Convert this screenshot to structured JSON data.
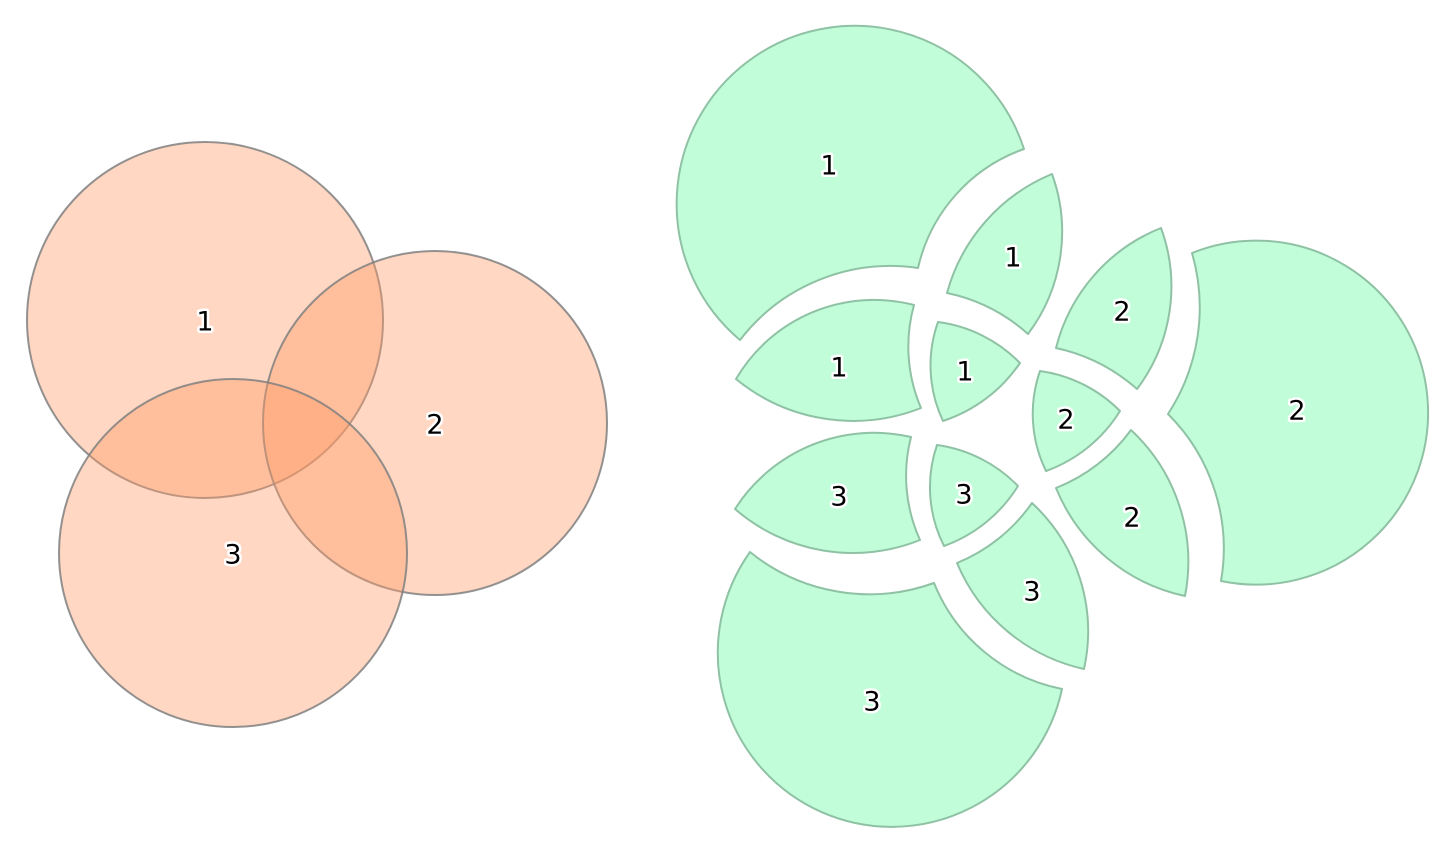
{
  "colors": {
    "circle_fill": "#ff9a66",
    "piece_fill": "#c2fdda",
    "outline": "#808080"
  },
  "overlapping": {
    "circles": [
      {
        "label": "1"
      },
      {
        "label": "2"
      },
      {
        "label": "3"
      }
    ]
  },
  "separated": {
    "pieces": [
      {
        "set": "1",
        "label": "1"
      },
      {
        "set": "1",
        "label": "1"
      },
      {
        "set": "1",
        "label": "1"
      },
      {
        "set": "1",
        "label": "1"
      },
      {
        "set": "2",
        "label": "2"
      },
      {
        "set": "2",
        "label": "2"
      },
      {
        "set": "2",
        "label": "2"
      },
      {
        "set": "2",
        "label": "2"
      },
      {
        "set": "3",
        "label": "3"
      },
      {
        "set": "3",
        "label": "3"
      },
      {
        "set": "3",
        "label": "3"
      },
      {
        "set": "3",
        "label": "3"
      }
    ]
  }
}
